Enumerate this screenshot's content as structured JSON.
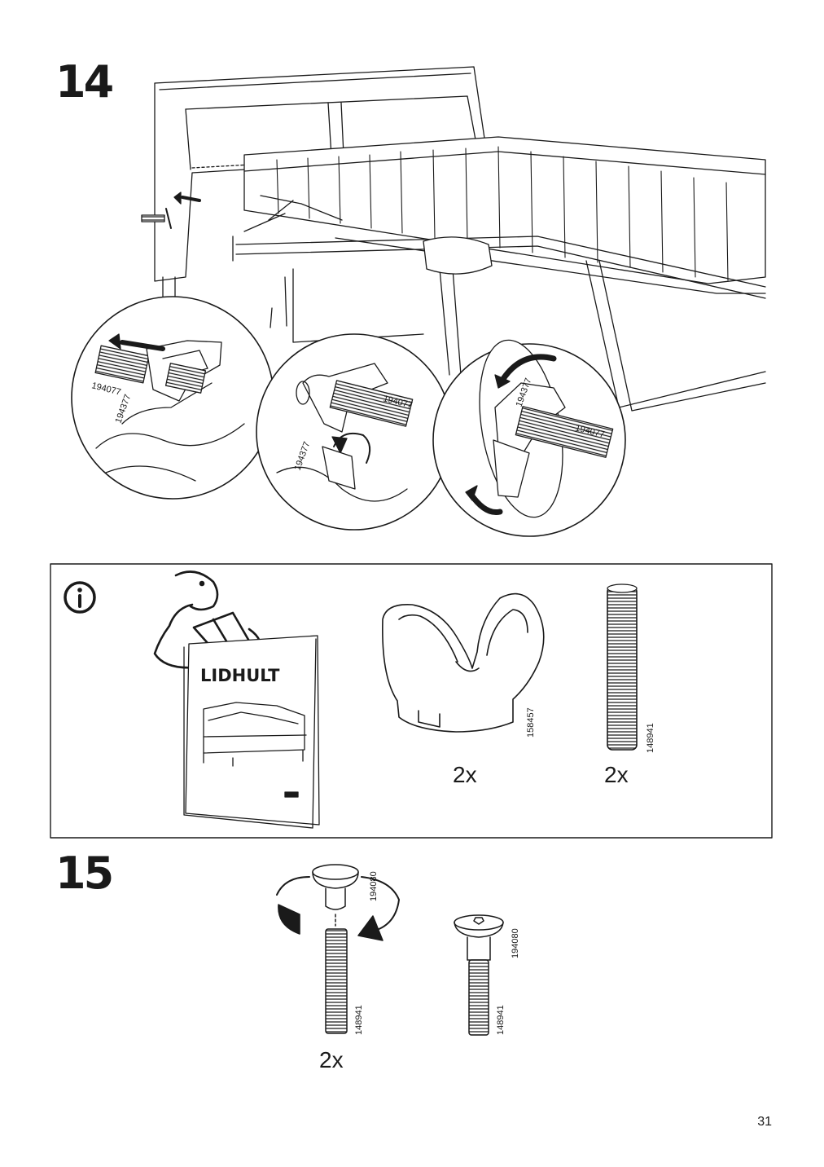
{
  "steps": {
    "step14": "14",
    "step15": "15"
  },
  "parts": {
    "bolt_194077": "194077",
    "handle_194377": "194377",
    "wingnut_158457": "158457",
    "rod_148941": "148941",
    "screw_194080": "194080"
  },
  "info_box": {
    "icon": "info-icon",
    "manual_title": "LIDHULT",
    "wingnut_qty": "2x",
    "rod_qty": "2x"
  },
  "step15": {
    "qty": "2x"
  },
  "page_number": "31"
}
